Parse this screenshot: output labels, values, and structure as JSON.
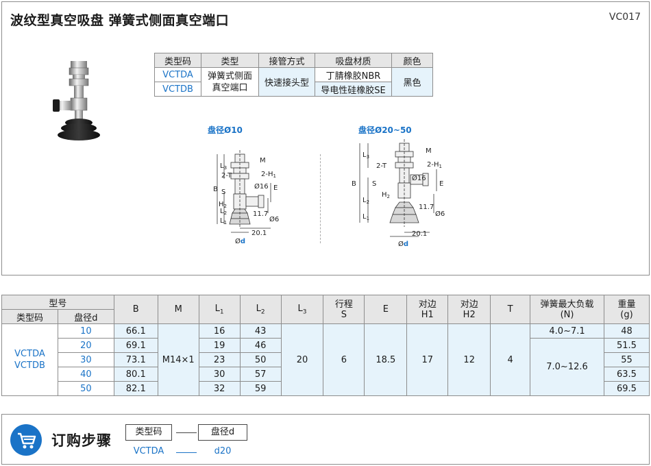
{
  "header": {
    "title": "波纹型真空吸盘  弹簧式侧面真空端口",
    "code": "VC017"
  },
  "spec_table": {
    "headers": [
      "类型码",
      "类型",
      "接管方式",
      "吸盘材质",
      "颜色"
    ],
    "type_codes": [
      "VCTDA",
      "VCTDB"
    ],
    "type": "弹簧式侧面真空端口",
    "type_line1": "弹簧式侧面",
    "type_line2": "真空端口",
    "connection": "快速接头型",
    "materials": [
      "丁腈橡胶NBR",
      "导电性硅橡胶SE"
    ],
    "color": "黑色"
  },
  "drawings": {
    "left_label": "盘径Ø10",
    "right_label": "盘径Ø20~50",
    "dims": {
      "M": "M",
      "H1": "2-H",
      "H1_sub": "1",
      "T": "2-T",
      "L3": "L",
      "L3_sub": "3",
      "L2": "L",
      "L2_sub": "2",
      "L1": "L",
      "L1_sub": "1",
      "B": "B",
      "S": "S",
      "E": "E",
      "H2": "H",
      "H2_sub": "2",
      "d16": "Ø16",
      "d6": "Ø6",
      "w117": "11.7",
      "w201": "20.1",
      "d": "Ø",
      "d_sub": "d"
    }
  },
  "data_table": {
    "group_header": "型号",
    "sub_headers": [
      "类型码",
      "盘径d"
    ],
    "columns": [
      {
        "main": "B",
        "sub": ""
      },
      {
        "main": "M",
        "sub": ""
      },
      {
        "main": "L",
        "sub": "1"
      },
      {
        "main": "L",
        "sub": "2"
      },
      {
        "main": "L",
        "sub": "3"
      },
      {
        "main": "行程",
        "sub": "S"
      },
      {
        "main": "E",
        "sub": ""
      },
      {
        "main": "对边",
        "sub": "H1"
      },
      {
        "main": "对边",
        "sub": "H2"
      },
      {
        "main": "T",
        "sub": ""
      },
      {
        "main": "弹簧最大负载",
        "sub": "(N)"
      },
      {
        "main": "重量",
        "sub": "(g)"
      }
    ],
    "type_codes": [
      "VCTDA",
      "VCTDB"
    ],
    "M_value": "M14×1",
    "L3_value": "20",
    "S_value": "6",
    "E_value": "18.5",
    "H1_value": "17",
    "H2_value": "12",
    "T_value": "4",
    "load_first": "4.0~7.1",
    "load_rest": "7.0~12.6",
    "rows": [
      {
        "d": "10",
        "B": "66.1",
        "L1": "16",
        "L2": "43",
        "weight": "48"
      },
      {
        "d": "20",
        "B": "69.1",
        "L1": "19",
        "L2": "46",
        "weight": "51.5"
      },
      {
        "d": "30",
        "B": "73.1",
        "L1": "23",
        "L2": "50",
        "weight": "55"
      },
      {
        "d": "40",
        "B": "80.1",
        "L1": "30",
        "L2": "57",
        "weight": "63.5"
      },
      {
        "d": "50",
        "B": "82.1",
        "L1": "32",
        "L2": "59",
        "weight": "69.5"
      }
    ]
  },
  "order": {
    "title": "订购步骤",
    "fields": [
      "类型码",
      "盘径d"
    ],
    "example": [
      "VCTDA",
      "d20"
    ],
    "accent": "#1a73c7"
  }
}
